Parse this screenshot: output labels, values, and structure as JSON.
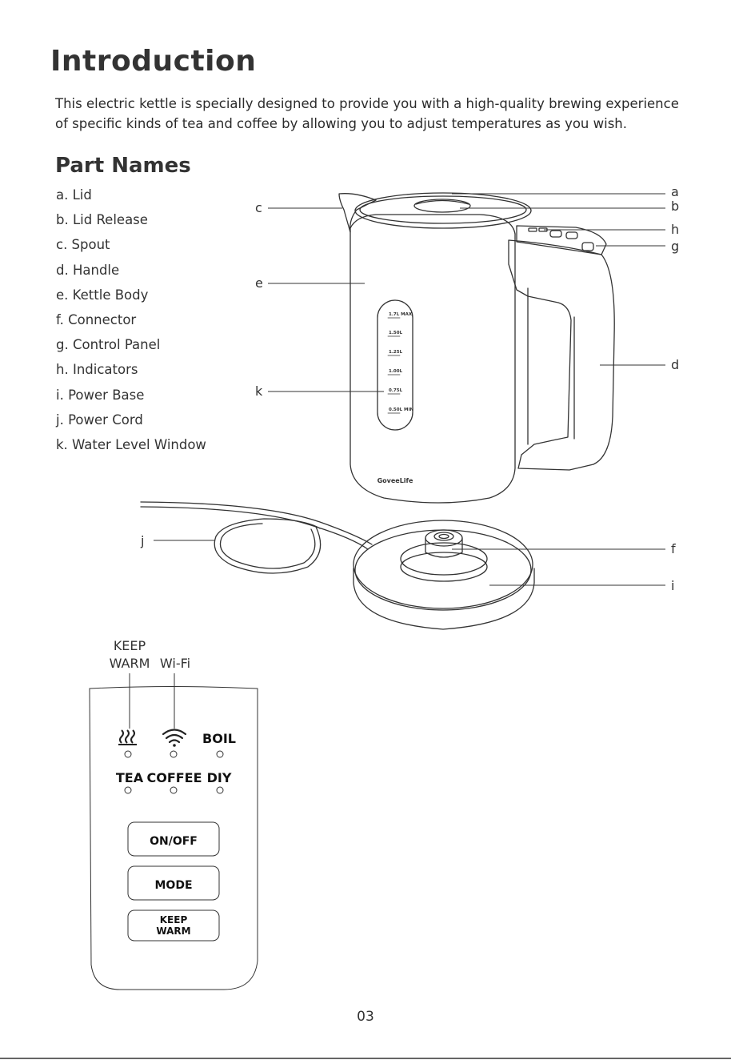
{
  "page": {
    "title": "Introduction",
    "intro_lines": [
      "This electric kettle is specially designed to provide you with a high-quality brewing experience",
      "of specific kinds of tea and coffee by allowing you to adjust temperatures as you wish."
    ],
    "section_title": "Part Names",
    "page_number": "03"
  },
  "parts": [
    "a. Lid",
    "b. Lid Release",
    "c. Spout",
    "d. Handle",
    "e. Kettle Body",
    "f. Connector",
    "g. Control Panel",
    "h. Indicators",
    "i. Power Base",
    "j. Power Cord",
    "k. Water Level Window"
  ],
  "callouts": {
    "a": "a",
    "b": "b",
    "c": "c",
    "d": "d",
    "e": "e",
    "f": "f",
    "g": "g",
    "h": "h",
    "i": "i",
    "j": "j",
    "k": "k"
  },
  "kettle": {
    "brand": "GoveeLife",
    "water_levels": [
      "1.7L MAX",
      "1.50L",
      "1.25L",
      "1.00L",
      "0.75L",
      "0.50L MIN"
    ]
  },
  "control_panel": {
    "keep_warm_line1": "KEEP",
    "keep_warm_line2": "WARM",
    "wifi_label": "Wi-Fi",
    "boil_label": "BOIL",
    "tea_label": "TEA",
    "coffee_label": "COFFEE",
    "diy_label": "DIY",
    "onoff_button": "ON/OFF",
    "mode_button": "MODE",
    "keepwarm_button_line1": "KEEP",
    "keepwarm_button_line2": "WARM"
  }
}
